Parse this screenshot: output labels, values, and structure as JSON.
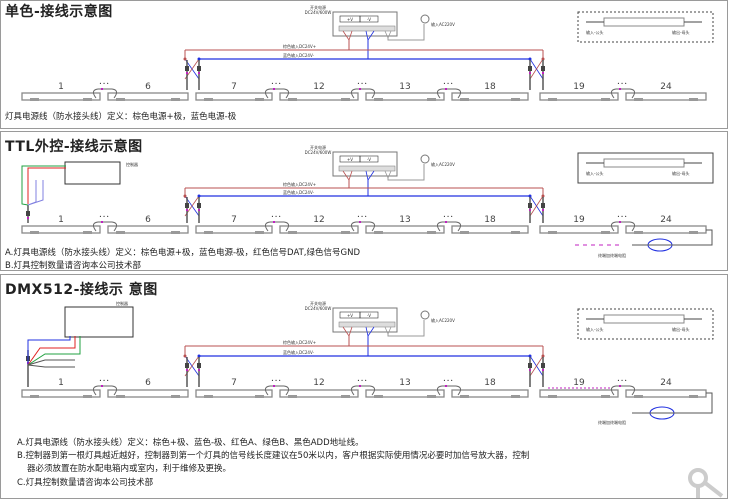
{
  "fixture_numbers": [
    "1",
    "6",
    "7",
    "12",
    "13",
    "18",
    "19",
    "24"
  ],
  "power_supply": {
    "label": "开关电源",
    "spec": "DC24V/600W",
    "v_plus": "+V",
    "v_minus": "-V",
    "input": "输入AC220V"
  },
  "wires": {
    "positive": "棕色输入DC24V+",
    "negative": "蓝色输入DC24V-"
  },
  "legend": {
    "left": "输入-公头",
    "right": "输出-母头"
  },
  "panels": [
    {
      "title": "单色-接线示意图",
      "captions": [
        "灯具电源线（防水接头线）定义：棕色电源+极，蓝色电源-极"
      ]
    },
    {
      "title": "TTL外控-接线示意图",
      "controller": "控制器",
      "captions": [
        "A.灯具电源线（防水接头线）定义：棕色电源+极，蓝色电源-极，红色信号DAT,绿色信号GND",
        "B.灯具控制数量请咨询本公司技术部"
      ],
      "end_note": "终端加终端电阻"
    },
    {
      "title": "DMX512-接线示 意图",
      "controller": "控制器",
      "captions": [
        "A.灯具电源线（防水接头线）定义：棕色+极、蓝色-极、红色A、绿色B、黑色ADD地址线。",
        "B.控制器到第一根灯具越近越好，控制器到第一个灯具的信号线长度建议在50米以内，客户根据实际使用情况必要时加信号放大器，控制",
        "器必须放置在防水配电箱内或室内，利于维修及更换。",
        "C.灯具控制数量请咨询本公司技术部"
      ],
      "end_note": "终端加终端电阻"
    }
  ],
  "colors": {
    "positive": "#b85050",
    "negative": "#2030e0",
    "signal_red": "#e02020",
    "signal_green": "#20a040",
    "connector": "#c020c0",
    "tube": "#888888"
  }
}
